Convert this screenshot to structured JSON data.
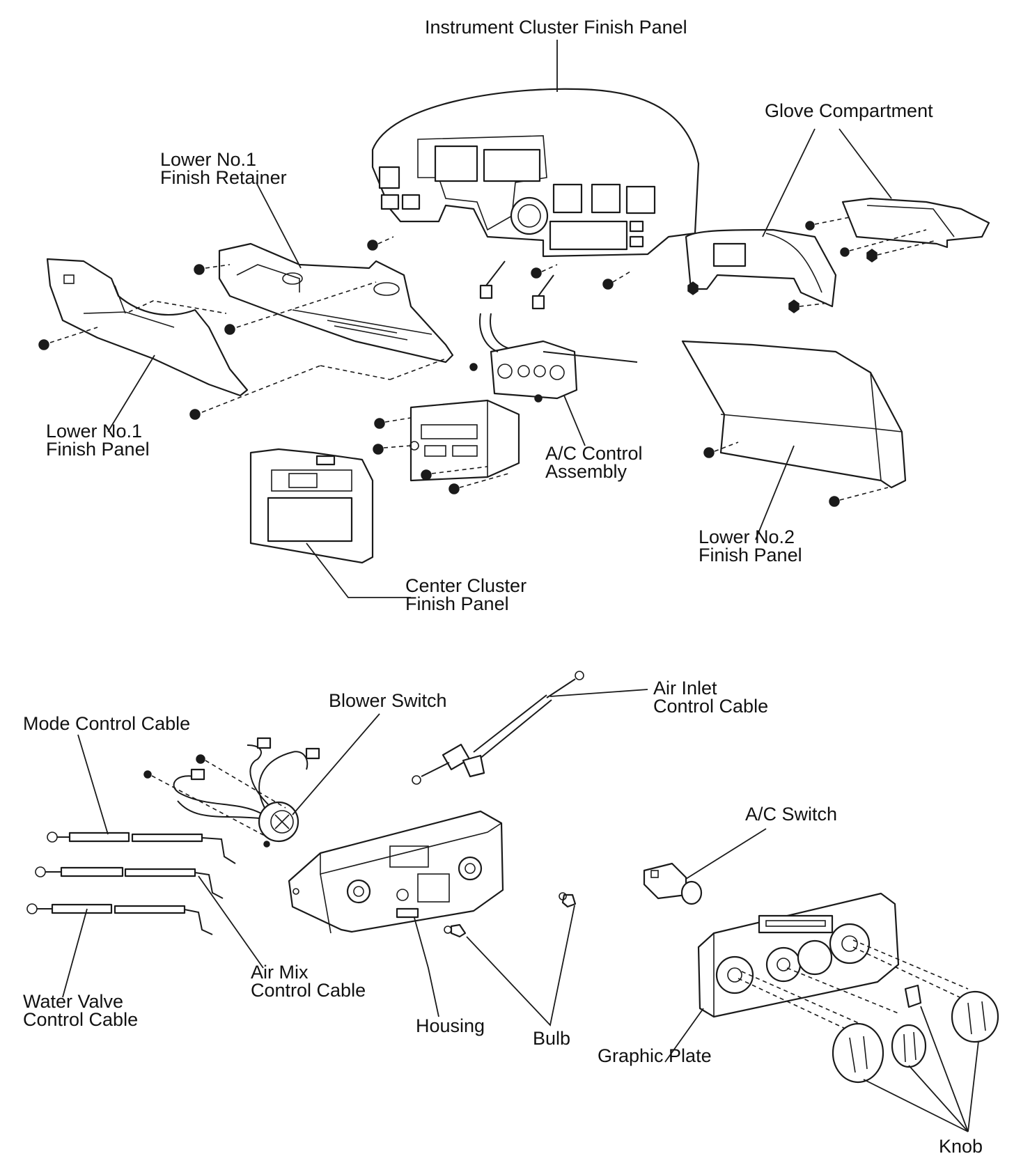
{
  "diagram": {
    "labels": {
      "instrument_cluster_finish_panel": [
        "Instrument Cluster Finish Panel"
      ],
      "glove_compartment": [
        "Glove Compartment"
      ],
      "lower_no1_finish_retainer": [
        "Lower No.1",
        "Finish Retainer"
      ],
      "lower_no1_finish_panel": [
        "Lower No.1",
        "Finish Panel"
      ],
      "ac_control_assembly": [
        "A/C Control",
        "Assembly"
      ],
      "lower_no2_finish_panel": [
        "Lower No.2",
        "Finish Panel"
      ],
      "center_cluster_finish_panel": [
        "Center Cluster",
        "Finish Panel"
      ],
      "blower_switch": [
        "Blower Switch"
      ],
      "air_inlet_control_cable": [
        "Air Inlet",
        "Control Cable"
      ],
      "mode_control_cable": [
        "Mode Control Cable"
      ],
      "ac_switch": [
        "A/C Switch"
      ],
      "air_mix_control_cable": [
        "Air Mix",
        "Control Cable"
      ],
      "water_valve_control_cable": [
        "Water Valve",
        "Control Cable"
      ],
      "housing": [
        "Housing"
      ],
      "bulb": [
        "Bulb"
      ],
      "graphic_plate": [
        "Graphic Plate"
      ],
      "knob": [
        "Knob"
      ]
    }
  }
}
